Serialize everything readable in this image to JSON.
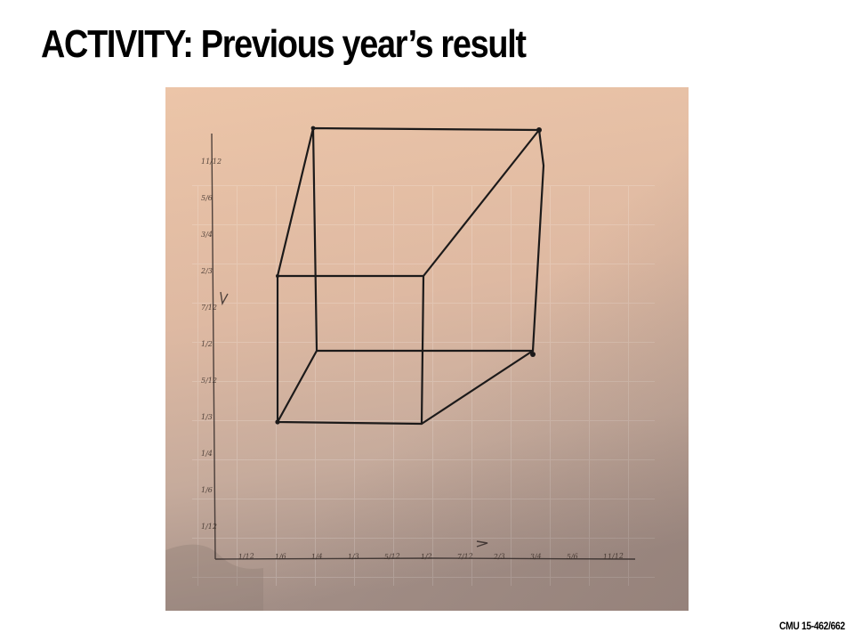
{
  "slide": {
    "title": "ACTIVITY: Previous year’s result",
    "footer": "CMU 15-462/662"
  },
  "photo": {
    "x_ticks": [
      "1/12",
      "1/6",
      "1/4",
      "1/3",
      "5/12",
      "1/2",
      "7/12",
      "2/3",
      "3/4",
      "5/6",
      "11/12"
    ],
    "y_ticks": [
      "11/12",
      "5/6",
      "3/4",
      "2/3",
      "7/12",
      "1/2",
      "5/12",
      "1/3",
      "1/4",
      "1/6",
      "1/12"
    ],
    "colors": {
      "paper_top": "#e9c3a7",
      "paper_bottom": "#a8958c",
      "ink": "#1c1a1a"
    }
  }
}
